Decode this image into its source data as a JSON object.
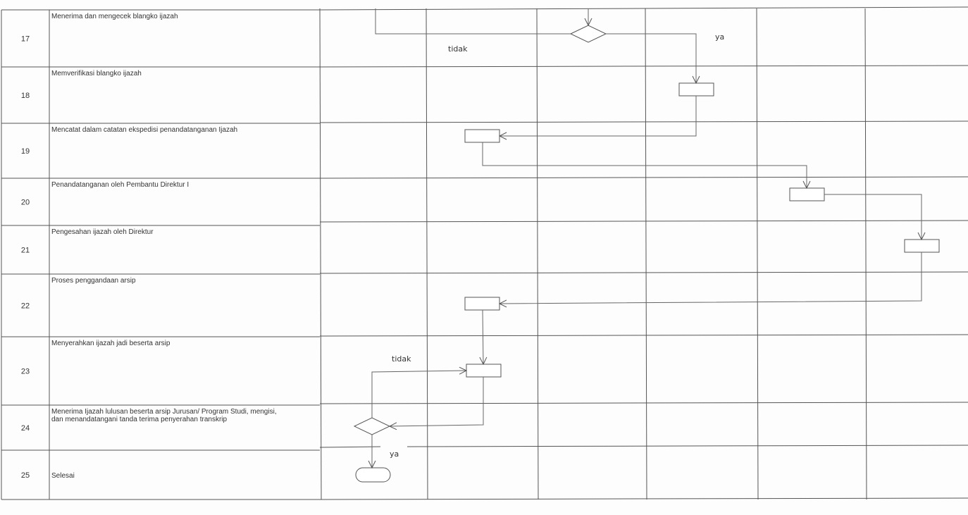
{
  "rows": [
    {
      "no": "17",
      "text": [
        "Menerima dan mengecek blangko ijazah"
      ]
    },
    {
      "no": "18",
      "text": [
        "Memverifikasi blangko ijazah"
      ]
    },
    {
      "no": "19",
      "text": [
        "Mencatat dalam catatan ekspedisi penandatanganan Ijazah"
      ]
    },
    {
      "no": "20",
      "text": [
        "Penandatanganan oleh Pembantu Direktur I"
      ]
    },
    {
      "no": "21",
      "text": [
        "Pengesahan ijazah oleh Direktur"
      ]
    },
    {
      "no": "22",
      "text": [
        "Proses penggandaan arsip"
      ]
    },
    {
      "no": "23",
      "text": [
        "Menyerahkan ijazah jadi beserta arsip"
      ]
    },
    {
      "no": "24",
      "text": [
        "Menerima Ijazah lulusan beserta arsip Jurusan/ Program Studi, mengisi,",
        "dan menandatangani tanda terima penyerahan transkrip"
      ]
    },
    {
      "no": "25",
      "text": [
        "Selesai"
      ]
    }
  ],
  "flow_labels": {
    "no_top": "tidak",
    "yes_top": "ya",
    "no_bottom": "tidak",
    "yes_bottom": "ya"
  }
}
